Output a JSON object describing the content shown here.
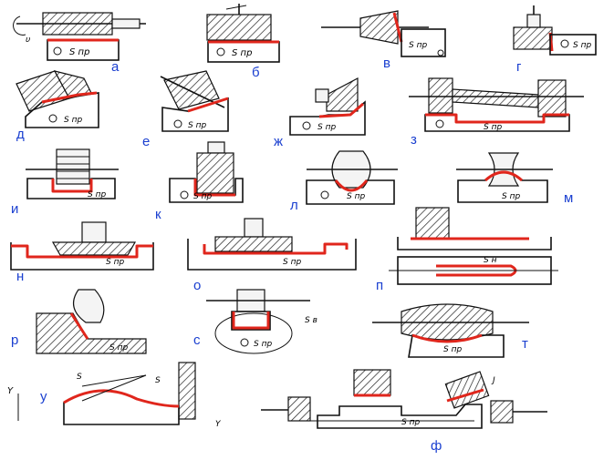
{
  "labels": [
    "а",
    "б",
    "в",
    "г",
    "д",
    "е",
    "ж",
    "з",
    "и",
    "к",
    "л",
    "м",
    "н",
    "о",
    "п",
    "р",
    "с",
    "т",
    "у",
    "ф"
  ],
  "annotations": {
    "feed": "S пр",
    "feed_short": "S",
    "feed_s": "S в",
    "speed": "υ",
    "axis_y": "Y",
    "axis_x": "Y",
    "feed_n": "S н",
    "gear_j": "J"
  },
  "colors": {
    "line": "#111111",
    "contour": "#e0261c",
    "label": "#1a3fd0"
  }
}
